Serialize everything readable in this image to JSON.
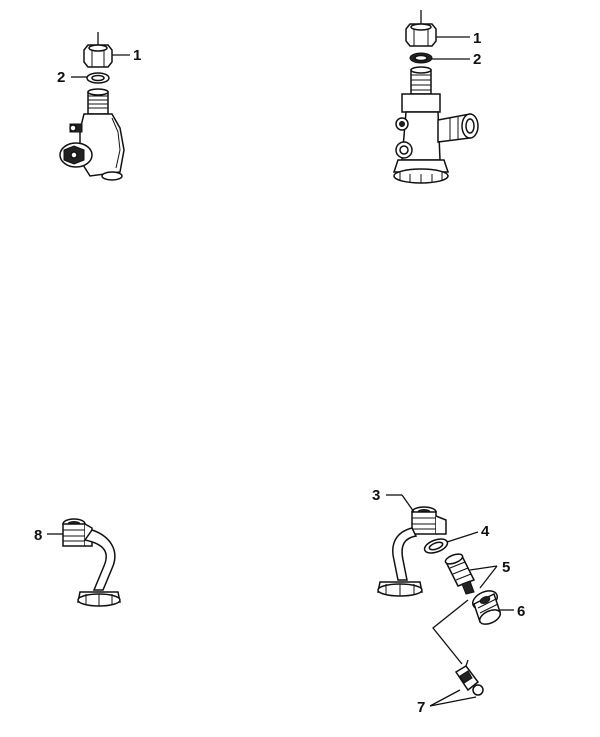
{
  "figure": {
    "callouts": {
      "a1": "1",
      "a2": "2",
      "b1": "1",
      "b2": "2",
      "c8": "8",
      "d3": "3",
      "d4": "4",
      "d5": "5",
      "d6": "6",
      "d7": "7"
    }
  }
}
